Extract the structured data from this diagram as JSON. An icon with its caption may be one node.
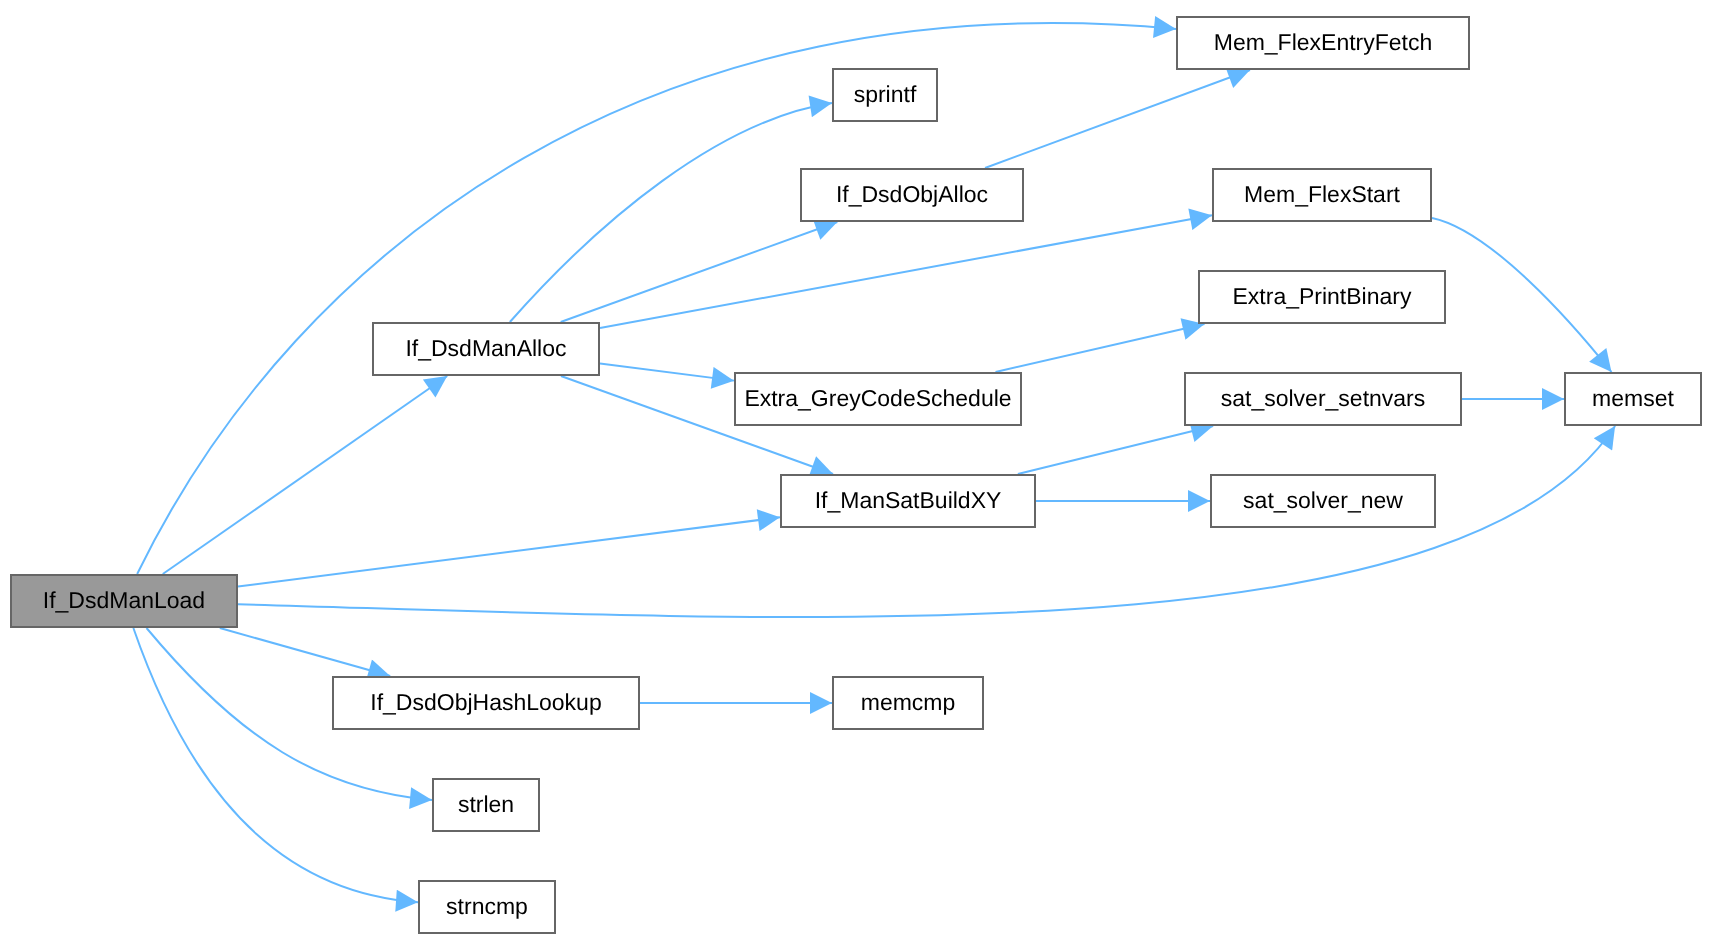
{
  "diagram": {
    "nodes": [
      {
        "text": [
          "If_DsdManLoad"
        ]
      },
      {
        "text": [
          "If_DsdManAlloc"
        ]
      },
      {
        "text": [
          "Mem_FlexEntryFetch"
        ]
      },
      {
        "text": [
          "sprintf"
        ]
      },
      {
        "text": [
          "If_DsdObjAlloc"
        ]
      },
      {
        "text": [
          "Mem_FlexStart"
        ]
      },
      {
        "text": [
          "Extra_PrintBinary"
        ]
      },
      {
        "text": [
          "Extra_GreyCodeSchedule"
        ]
      },
      {
        "text": [
          "sat_solver_setnvars"
        ]
      },
      {
        "text": [
          "memset"
        ]
      },
      {
        "text": [
          "If_ManSatBuildXY"
        ]
      },
      {
        "text": [
          "sat_solver_new"
        ]
      },
      {
        "text": [
          "If_DsdObjHashLookup"
        ]
      },
      {
        "text": [
          "memcmp"
        ]
      },
      {
        "text": [
          "strlen"
        ]
      },
      {
        "text": [
          "strncmp"
        ]
      }
    ],
    "edges": [
      {
        "from": 0,
        "to": 2,
        "arrow": "to"
      },
      {
        "from": 0,
        "to": 1,
        "arrow": "to"
      },
      {
        "from": 0,
        "to": 10,
        "arrow": "to"
      },
      {
        "from": 0,
        "to": 9,
        "arrow": "to"
      },
      {
        "from": 0,
        "to": 12,
        "arrow": "to"
      },
      {
        "from": 0,
        "to": 14,
        "arrow": "to"
      },
      {
        "from": 0,
        "to": 15,
        "arrow": "to"
      },
      {
        "from": 1,
        "to": 3,
        "arrow": "to"
      },
      {
        "from": 1,
        "to": 4,
        "arrow": "to"
      },
      {
        "from": 1,
        "to": 5,
        "arrow": "to"
      },
      {
        "from": 1,
        "to": 7,
        "arrow": "to"
      },
      {
        "from": 1,
        "to": 10,
        "arrow": "to"
      },
      {
        "from": 4,
        "to": 2,
        "arrow": "to"
      },
      {
        "from": 5,
        "to": 9,
        "arrow": "to"
      },
      {
        "from": 7,
        "to": 6,
        "arrow": "to"
      },
      {
        "from": 10,
        "to": 8,
        "arrow": "to"
      },
      {
        "from": 10,
        "to": 11,
        "arrow": "to"
      },
      {
        "from": 8,
        "to": 9,
        "arrow": "to"
      },
      {
        "from": 12,
        "to": 13,
        "arrow": "to"
      }
    ]
  }
}
